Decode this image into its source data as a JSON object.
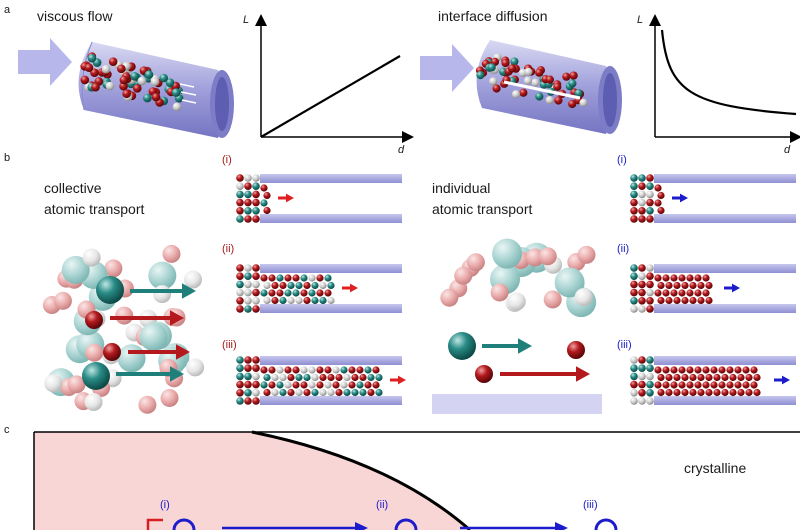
{
  "panel_labels": {
    "a": "a",
    "b": "b",
    "c": "c"
  },
  "panel_a": {
    "left_title": "viscous flow",
    "right_title": "interface diffusion",
    "y_axis": "L",
    "x_axis": "d"
  },
  "panel_b": {
    "left_text_line1": "collective",
    "left_text_line2": "atomic transport",
    "right_text_line1": "individual",
    "right_text_line2": "atomic transport",
    "left_steps": [
      "(i)",
      "(ii)",
      "(iii)"
    ],
    "right_steps": [
      "(i)",
      "(ii)",
      "(iii)"
    ]
  },
  "panel_c": {
    "region_label": "crystalline",
    "steps": [
      "(i)",
      "(ii)",
      "(iii)"
    ]
  },
  "colors": {
    "tube": "#9c9cd8",
    "tube_light": "#c9c9ee",
    "teal": "#1f7f7a",
    "red": "#a8161a",
    "arrow_red": "#e01f1f",
    "arrow_blue": "#1c1ccc",
    "pink_region": "#f8d4d4"
  }
}
